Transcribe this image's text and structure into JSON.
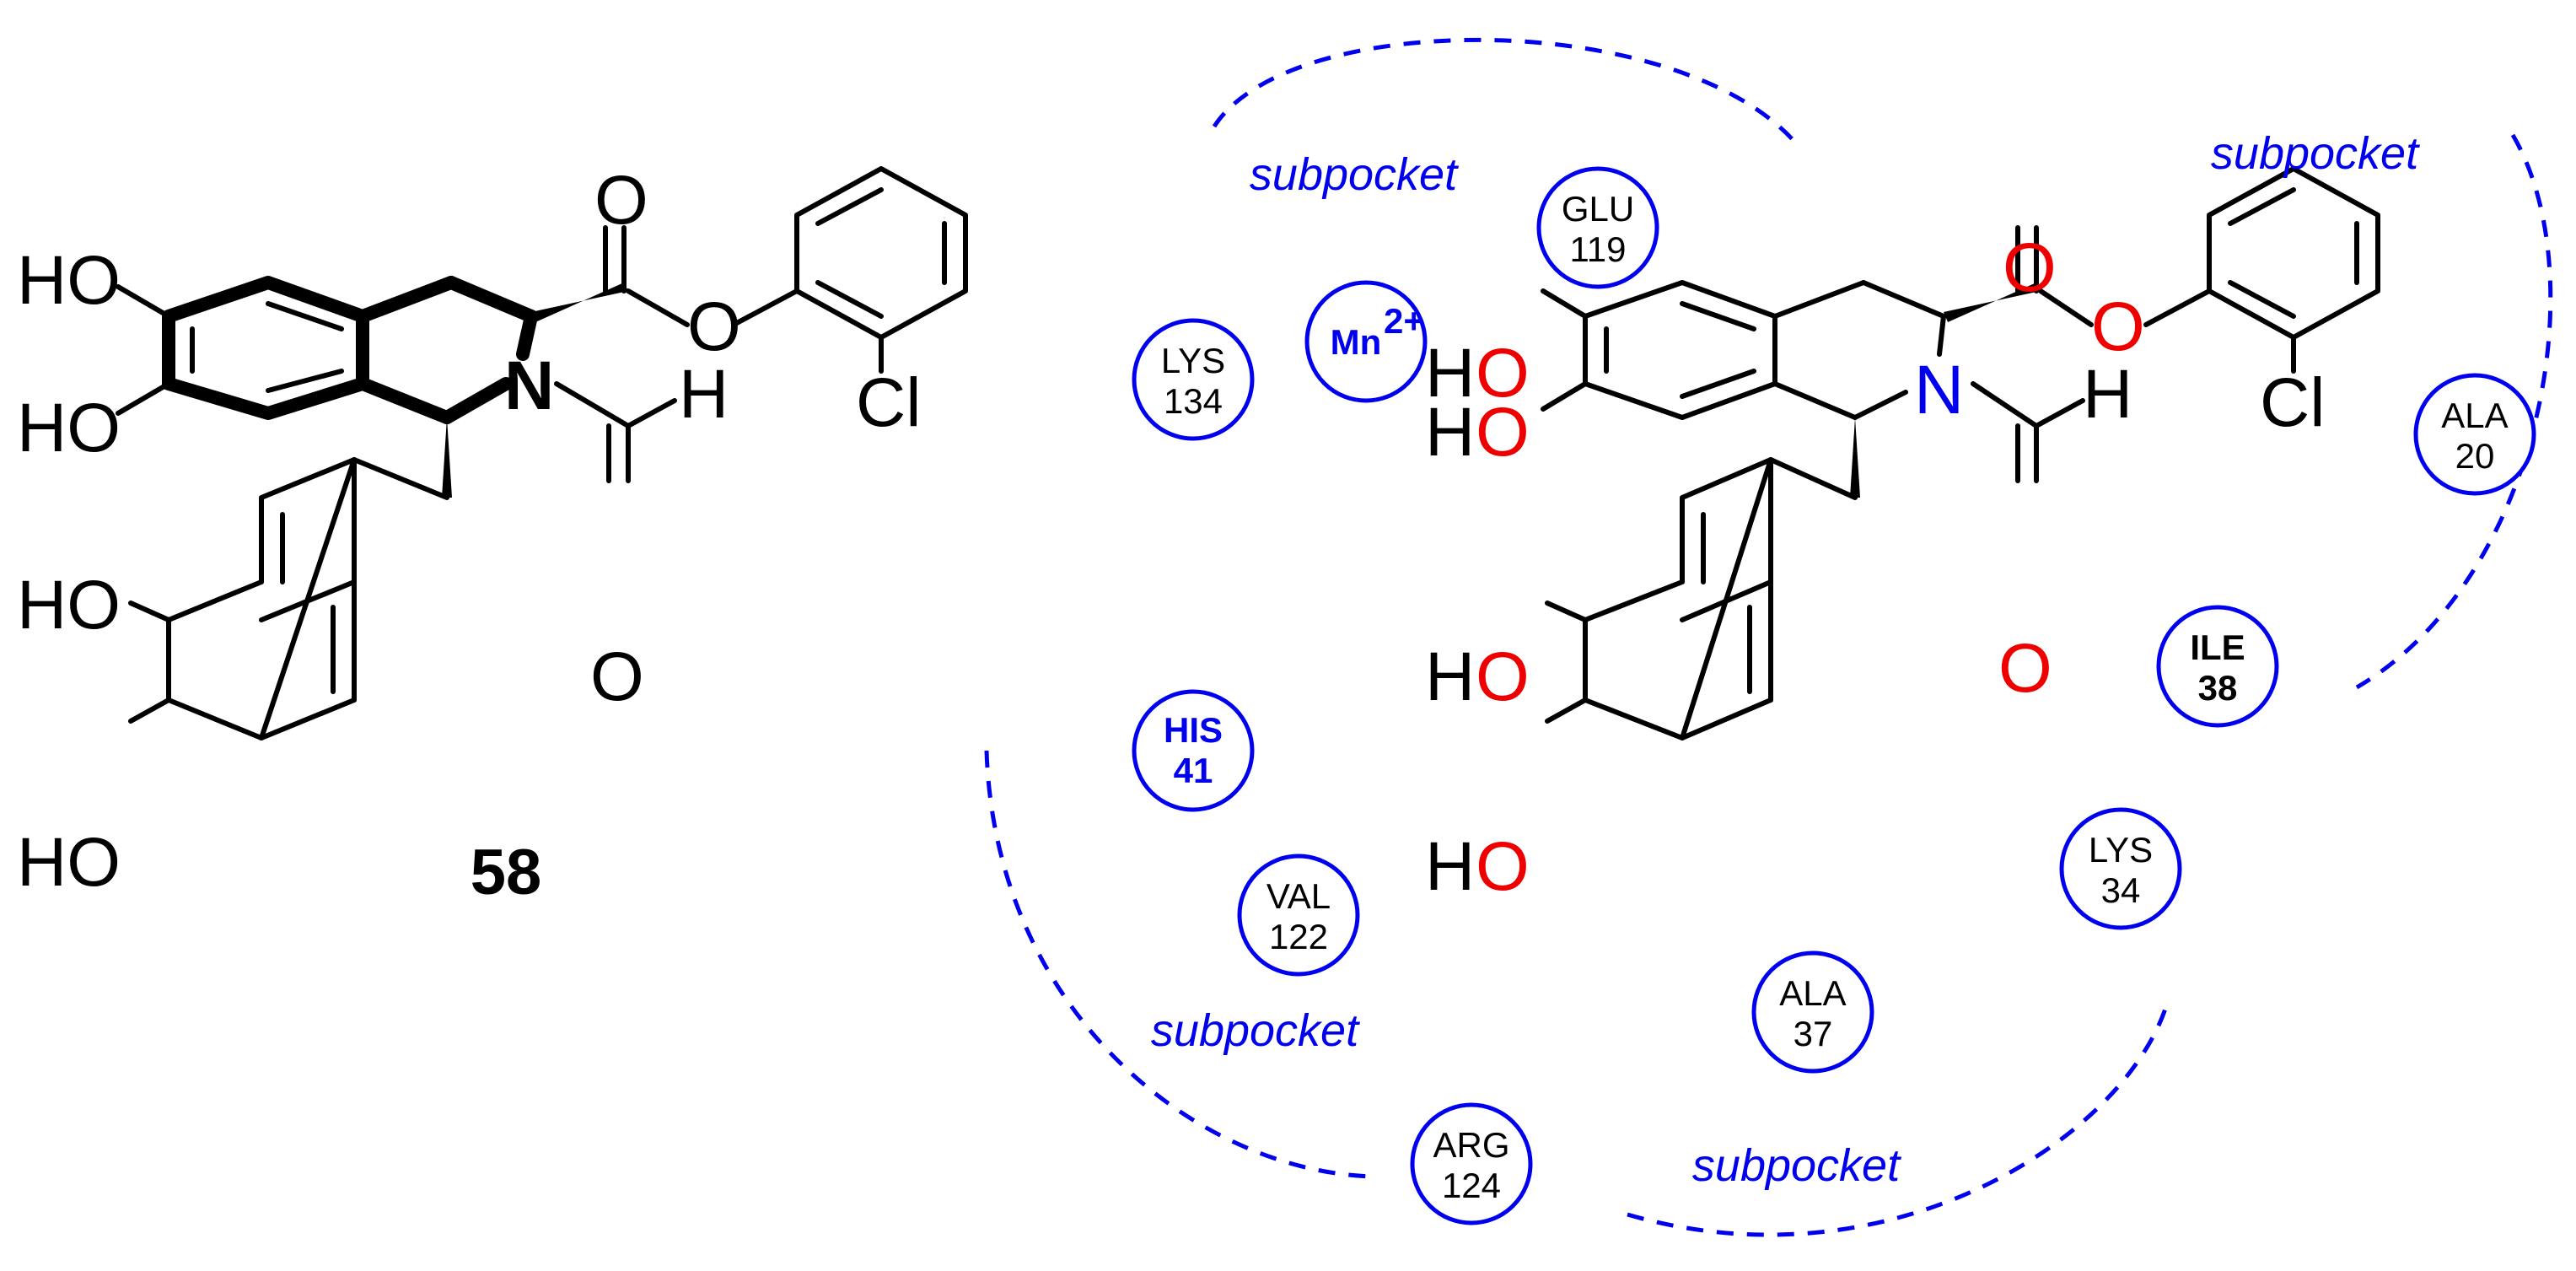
{
  "compound_label": "58",
  "left_structure": {
    "atoms": {
      "ho_top": "HO",
      "ho_mid": "HO",
      "ho_lower1": "HO",
      "ho_lower2": "HO",
      "n": "N",
      "o_carbonyl": "O",
      "o_ester": "O",
      "o_formyl": "O",
      "h_formyl": "H",
      "cl": "Cl"
    }
  },
  "right_structure": {
    "atoms": {
      "h1": "H",
      "o1": "O",
      "h2": "H",
      "o2": "O",
      "h3": "H",
      "o3": "O",
      "h4": "H",
      "o4": "O",
      "n": "N",
      "o_carbonyl": "O",
      "o_ester": "O",
      "o_formyl": "O",
      "h_formyl": "H",
      "cl": "Cl"
    }
  },
  "residues": [
    {
      "name": "GLU",
      "number": "119",
      "style": "normal"
    },
    {
      "name": "Mn",
      "number": "2+",
      "style": "blue"
    },
    {
      "name": "LYS",
      "number": "134",
      "style": "normal"
    },
    {
      "name": "HIS",
      "number": "41",
      "style": "blue"
    },
    {
      "name": "VAL",
      "number": "122",
      "style": "normal"
    },
    {
      "name": "ARG",
      "number": "124",
      "style": "normal"
    },
    {
      "name": "ALA",
      "number": "37",
      "style": "normal"
    },
    {
      "name": "LYS",
      "number": "34",
      "style": "normal"
    },
    {
      "name": "ILE",
      "number": "38",
      "style": "bold"
    },
    {
      "name": "ALA",
      "number": "20",
      "style": "normal"
    }
  ],
  "subpocket_labels": [
    "subpocket",
    "subpocket",
    "subpocket",
    "subpocket"
  ],
  "colors": {
    "residue_ring": "#0000ee",
    "oxygen": "#ee0000",
    "nitrogen": "#0000ee",
    "pocket": "#0000ee"
  }
}
